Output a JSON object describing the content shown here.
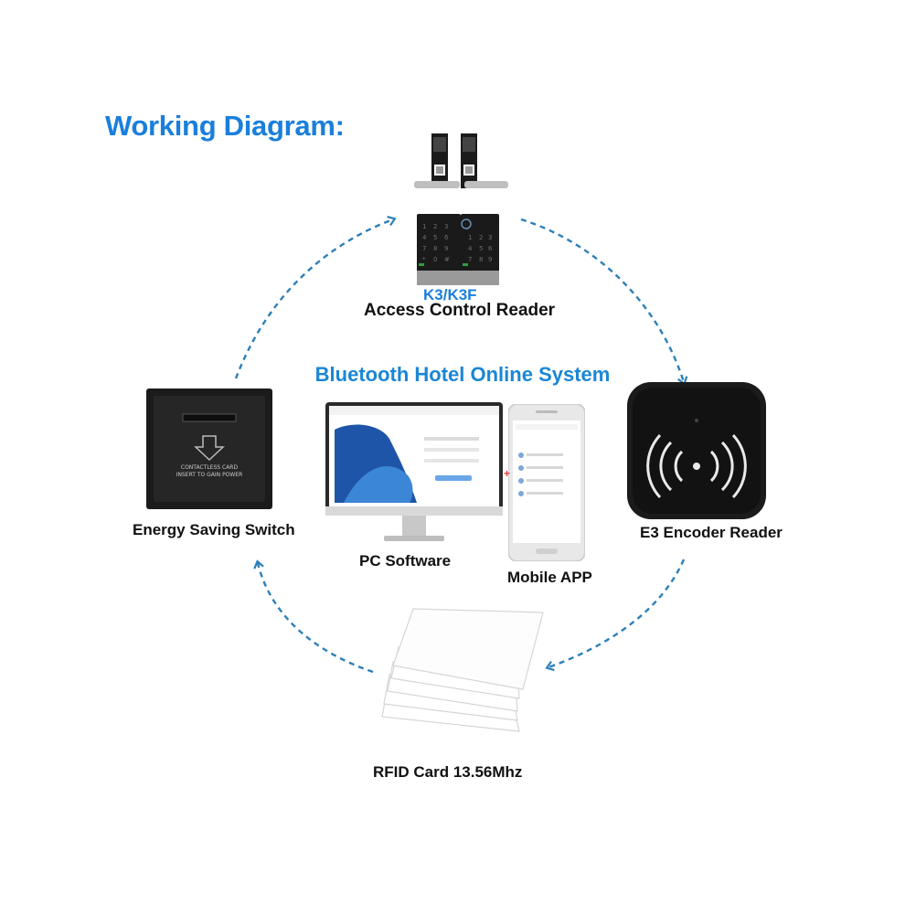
{
  "diagram": {
    "title": "Working Diagram:",
    "center_title": "Bluetooth Hotel Online System",
    "nodes": {
      "access_control": {
        "model": "K3/K3F",
        "label": "Access Control Reader"
      },
      "encoder": {
        "label": "E3 Encoder Reader"
      },
      "energy_switch": {
        "label": "Energy Saving Switch",
        "card_text_1": "CONTACTLESS CARD",
        "card_text_2": "INSERT TO GAIN POWER"
      },
      "pc_software": {
        "label": "PC Software"
      },
      "mobile_app": {
        "label": "Mobile APP"
      },
      "rfid_card": {
        "label": "RFID Card 13.56Mhz"
      }
    },
    "colors": {
      "accent": "#1a7fdc",
      "arrow": "#2c7fb8",
      "device_dark": "#1b1b1b"
    }
  }
}
